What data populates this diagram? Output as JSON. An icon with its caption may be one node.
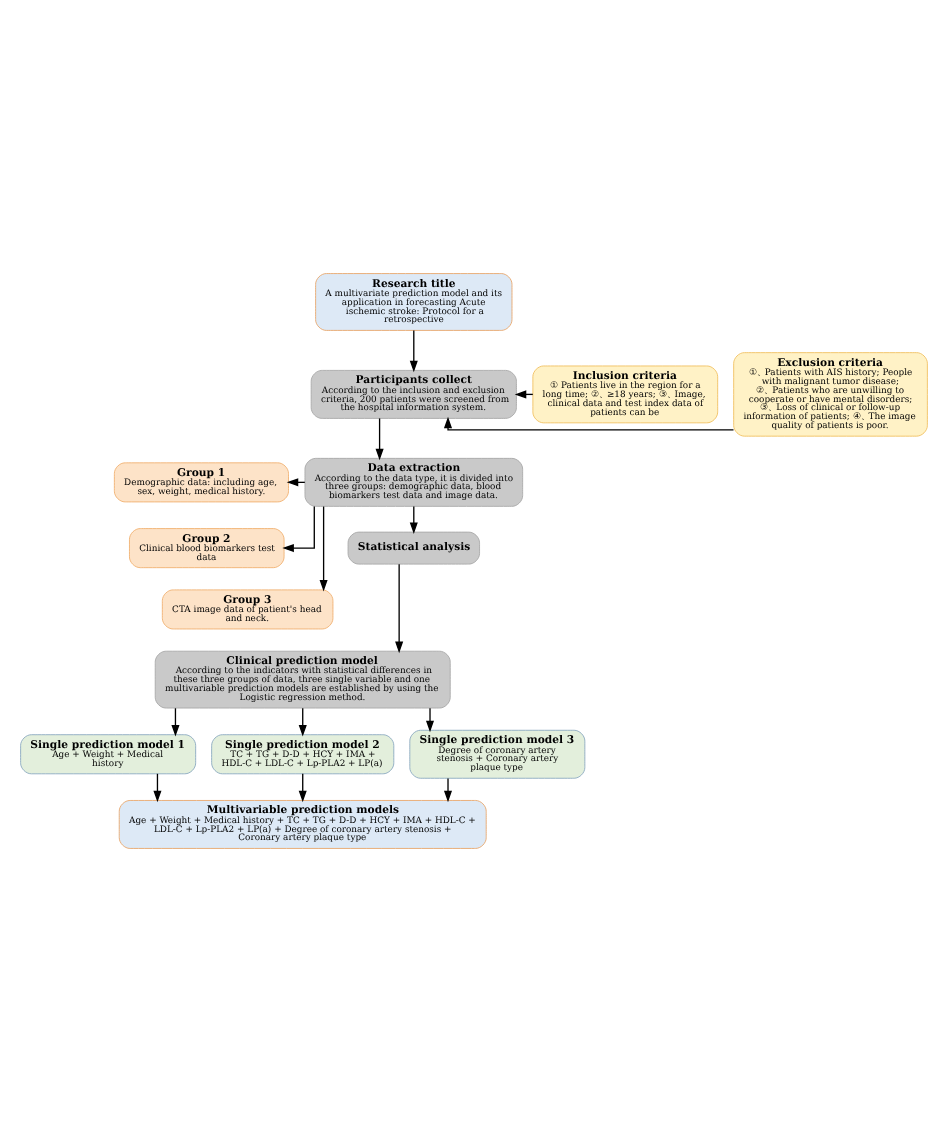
{
  "diagram": {
    "nodes": [
      {
        "text": [
          "Research title",
          "A multivariate prediction model and its application in forecasting Acute ischemic stroke: Protocol for a retrospective"
        ]
      },
      {
        "text": [
          "Inclusion criteria",
          "① Patients live in the region for a long time; ②、≥18 years; ③、Image, clinical data and test index data of patients can be"
        ]
      },
      {
        "text": [
          "Participants collect",
          "According to the inclusion and exclusion criteria, 200 patients were screened from the hospital information system."
        ]
      },
      {
        "text": [
          "Exclusion criteria",
          "①、Patients with AIS history; People with malignant tumor disease; ②、Patients who are unwilling to cooperate or have mental disorders; ③、Loss of clinical or follow-up information of patients; ④、The image quality of patients is poor."
        ]
      },
      {
        "text": [
          "Group 1",
          "Demographic data: including age, sex, weight, medical history."
        ]
      },
      {
        "text": [
          "Data extraction",
          "According to the data type, it is divided into three groups: demographic data, blood biomarkers test data and image data."
        ]
      },
      {
        "text": [
          "Group 2",
          "Clinical blood biomarkers test data"
        ]
      },
      {
        "text": [
          "Group 3",
          "CTA image data of patient's head and neck."
        ]
      },
      {
        "text": [
          "Statistical analysis"
        ]
      },
      {
        "text": [
          "Clinical prediction model",
          "According to the indicators with statistical differences in these three groups of data, three single variable and one multivariable prediction models are established by using the Logistic regression method."
        ]
      },
      {
        "text": [
          "Single prediction model 1",
          "Age + Weight + Medical history"
        ]
      },
      {
        "text": [
          "Single prediction model 2",
          "TC + TG + D-D + HCY + IMA + HDL-C + LDL-C + Lp-PLA2 + LP(a)"
        ]
      },
      {
        "text": [
          "Single prediction model 3",
          "Degree of coronary artery stenosis + Coronary artery plaque type"
        ]
      },
      {
        "text": [
          "Multivariable prediction models",
          "Age + Weight + Medical history + TC + TG + D-D + HCY + IMA + HDL-C + LDL-C + Lp-PLA2 + LP(a) + Degree of coronary artery stenosis + Coronary artery plaque type"
        ]
      }
    ],
    "edges": [
      {
        "from": 0,
        "to": 2,
        "arrow": "to"
      },
      {
        "from": 1,
        "to": 2,
        "arrow": "to"
      },
      {
        "from": 3,
        "to": 2,
        "arrow": "to"
      },
      {
        "from": 2,
        "to": 5,
        "arrow": "to"
      },
      {
        "from": 5,
        "to": 4,
        "arrow": "to"
      },
      {
        "from": 5,
        "to": 6,
        "arrow": "to"
      },
      {
        "from": 5,
        "to": 7,
        "arrow": "to"
      },
      {
        "from": 5,
        "to": 8,
        "arrow": "to"
      },
      {
        "from": 8,
        "to": 9,
        "arrow": "to"
      },
      {
        "from": 9,
        "to": 10,
        "arrow": "to"
      },
      {
        "from": 9,
        "to": 11,
        "arrow": "to"
      },
      {
        "from": 9,
        "to": 12,
        "arrow": "to"
      },
      {
        "from": 10,
        "to": 13,
        "arrow": "to"
      },
      {
        "from": 11,
        "to": 13,
        "arrow": "to"
      },
      {
        "from": 12,
        "to": 13,
        "arrow": "to"
      }
    ]
  }
}
